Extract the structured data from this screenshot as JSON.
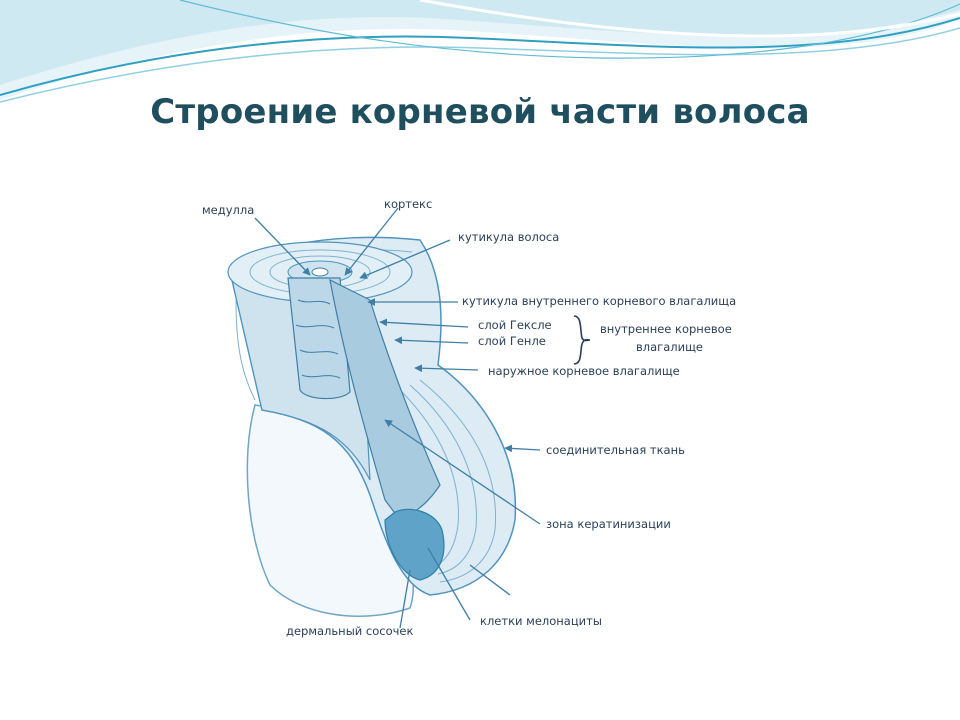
{
  "title": "Строение корневой части волоса",
  "labels": {
    "medulla": "медулла",
    "cortex": "кортекс",
    "hair_cuticle": "кутикула волоса",
    "irs_cuticle": "кутикула внутреннего корневого влагалища",
    "huxley_layer": "слой Гексле",
    "henle_layer": "слой Генле",
    "inner_root_sheath_1": "внутреннее корневое",
    "inner_root_sheath_2": "влагалище",
    "outer_root_sheath": "наружное корневое влагалище",
    "connective_tissue": "соединительная ткань",
    "keratinization_zone": "зона кератинизации",
    "melanocytes": "клетки мелонациты",
    "dermal_papilla": "дермальный сосочек"
  },
  "colors": {
    "title": "#1f4e5f",
    "wave_light": "#cfe9f2",
    "wave_mid": "#8fd0e3",
    "wave_dark": "#2f9fc2",
    "diagram_fill": "#dcebf4",
    "diagram_line": "#4f94bd",
    "label": "#2a3f57"
  }
}
